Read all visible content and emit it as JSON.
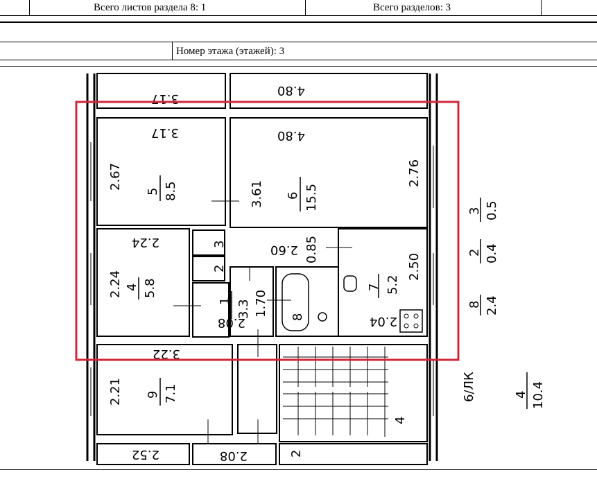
{
  "header": {
    "sheets_in_section": "Всего листов раздела 8: 1",
    "total_sections": "Всего разделов: 3",
    "floor_number": "Номер этажа (этажей): 3"
  },
  "rooms": [
    {
      "id": "top-area",
      "dims": [
        "3.17",
        "4.80"
      ]
    },
    {
      "id": "5",
      "area": "8.5",
      "dims": [
        "3.17",
        "2.67"
      ]
    },
    {
      "id": "6",
      "area": "15.5",
      "dims": [
        "4.80",
        "3.61",
        "2.76",
        "2.60",
        "0.85"
      ]
    },
    {
      "id": "4",
      "area": "5.8",
      "dims": [
        "2.24",
        "2.24"
      ]
    },
    {
      "id": "3",
      "area": ""
    },
    {
      "id": "2",
      "area": ""
    },
    {
      "id": "1",
      "area": "3.3",
      "dims": [
        "1.70",
        "2.08"
      ]
    },
    {
      "id": "8",
      "area": ""
    },
    {
      "id": "7",
      "area": "5.2",
      "dims": [
        "2.50",
        "2.04"
      ]
    },
    {
      "id": "9",
      "area": "7.1",
      "dims": [
        "2.21",
        "3.22"
      ]
    },
    {
      "id": "bottom",
      "dims": [
        "2.52",
        "2.08"
      ]
    }
  ],
  "balconies": [
    {
      "id": "3",
      "area": "0.5"
    },
    {
      "id": "2",
      "area": "0.4"
    },
    {
      "id": "8",
      "area": "2.4"
    }
  ],
  "stair": {
    "label": "6/ЛК",
    "num": "4",
    "area": "10.4",
    "step": "4"
  },
  "misc": {
    "room2_lower": "2"
  }
}
